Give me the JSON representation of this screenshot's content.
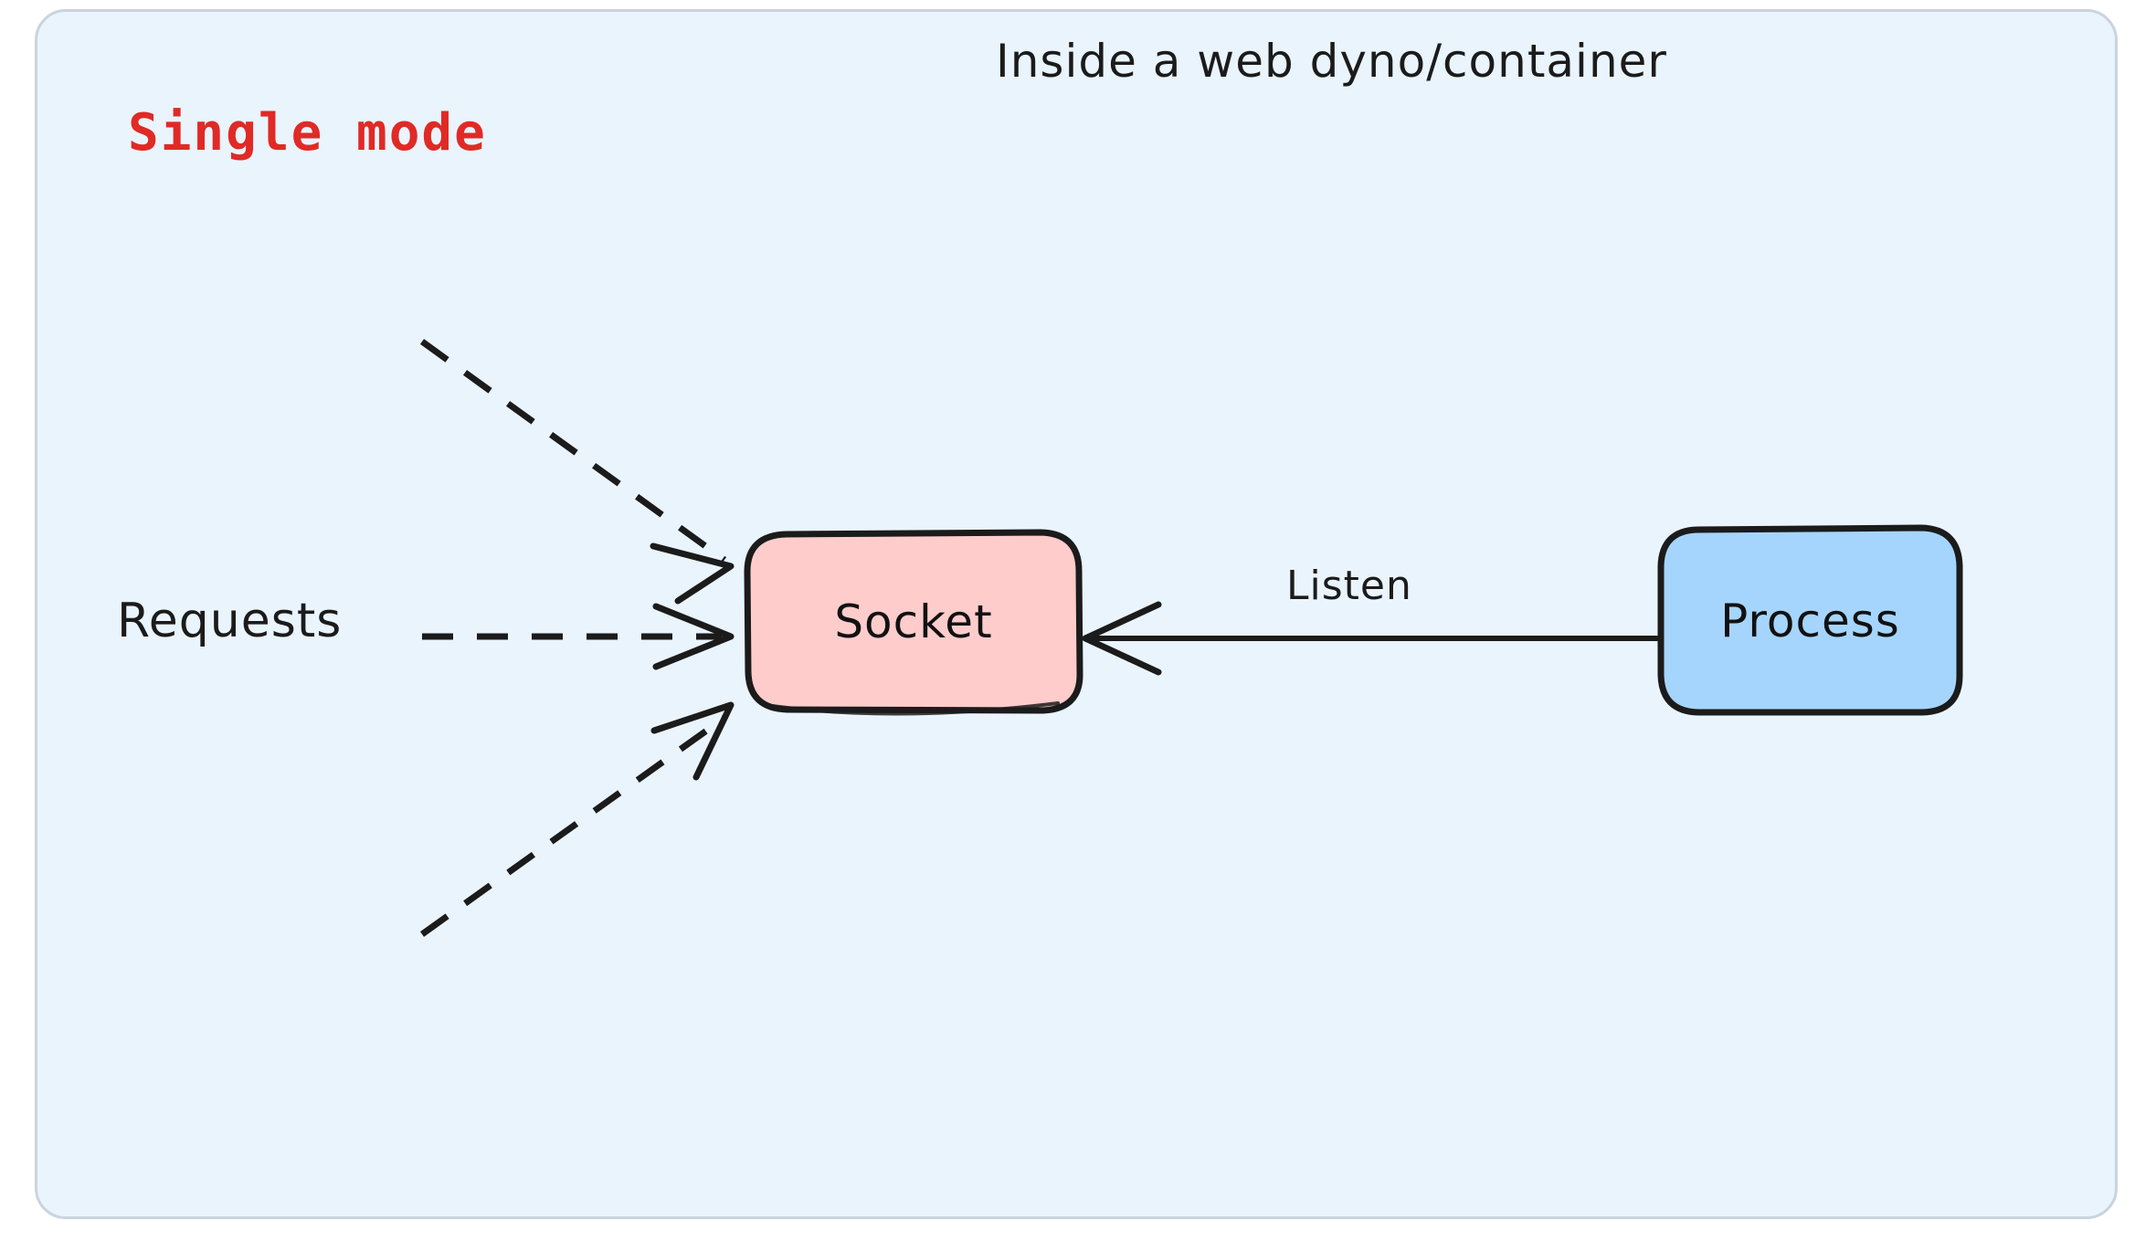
{
  "panel": {
    "title": "Inside a web dyno/container",
    "mode_title": "Single mode",
    "background_color": "#eaf4fd",
    "border_color": "#c9d4de",
    "mode_title_color": "#e02a26"
  },
  "nodes": [
    {
      "id": "socket",
      "label": "Socket",
      "fill_color": "#ffcccc",
      "stroke_color": "#1b1b1b",
      "shape": "rounded-rectangle"
    },
    {
      "id": "process",
      "label": "Process",
      "fill_color": "#a5d5fd",
      "stroke_color": "#1b1b1b",
      "shape": "rounded-rectangle"
    }
  ],
  "edges": [
    {
      "id": "request-top",
      "label": "",
      "style": "dashed",
      "from": "requests-source",
      "to": "socket",
      "arrowhead": "open-v"
    },
    {
      "id": "request-middle",
      "label": "Requests",
      "style": "dashed",
      "from": "requests-source",
      "to": "socket",
      "arrowhead": "open-v"
    },
    {
      "id": "request-bottom",
      "label": "",
      "style": "dashed",
      "from": "requests-source",
      "to": "socket",
      "arrowhead": "open-v"
    },
    {
      "id": "listen",
      "label": "Listen",
      "style": "solid",
      "from": "process",
      "to": "socket",
      "arrowhead": "open-v"
    }
  ],
  "labels": {
    "requests": "Requests",
    "listen": "Listen"
  },
  "colors": {
    "stroke": "#1b1b1b",
    "canvas": "#ffffff"
  }
}
